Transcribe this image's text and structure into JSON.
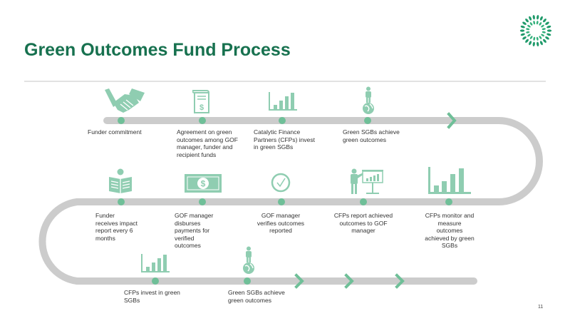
{
  "slide": {
    "title": "Green Outcomes Fund Process",
    "page_number": "11"
  },
  "colors": {
    "accent": "#17714f",
    "icon": "#8fcdb1",
    "dot": "#6fbf98",
    "track": "#cccccc"
  },
  "steps": [
    {
      "icon": "handshake-icon",
      "label": "Funder commitment"
    },
    {
      "icon": "document-dollar-icon",
      "label": "Agreement on green outcomes among GOF manager, funder and recipient funds"
    },
    {
      "icon": "bar-chart-icon",
      "label": "Catalytic Finance Partners (CFPs) invest in green SGBs"
    },
    {
      "icon": "person-globe-icon",
      "label": "Green SGBs achieve green outcomes"
    },
    {
      "icon": "bar-chart-icon",
      "label": "CFPs monitor and measure outcomes achieved by green SGBs"
    },
    {
      "icon": "presenter-chart-icon",
      "label": "CFPs report achieved outcomes to GOF manager"
    },
    {
      "icon": "check-circle-icon",
      "label": "GOF manager verifies outcomes reported"
    },
    {
      "icon": "dollar-bill-icon",
      "label": "GOF manager disburses payments for verified outcomes"
    },
    {
      "icon": "newspaper-reader-icon",
      "label": "Funder receives impact report every 6 months"
    },
    {
      "icon": "bar-chart-icon",
      "label": "CFPs invest in green SGBs"
    },
    {
      "icon": "person-globe-icon",
      "label": "Green SGBs achieve green outcomes"
    }
  ]
}
